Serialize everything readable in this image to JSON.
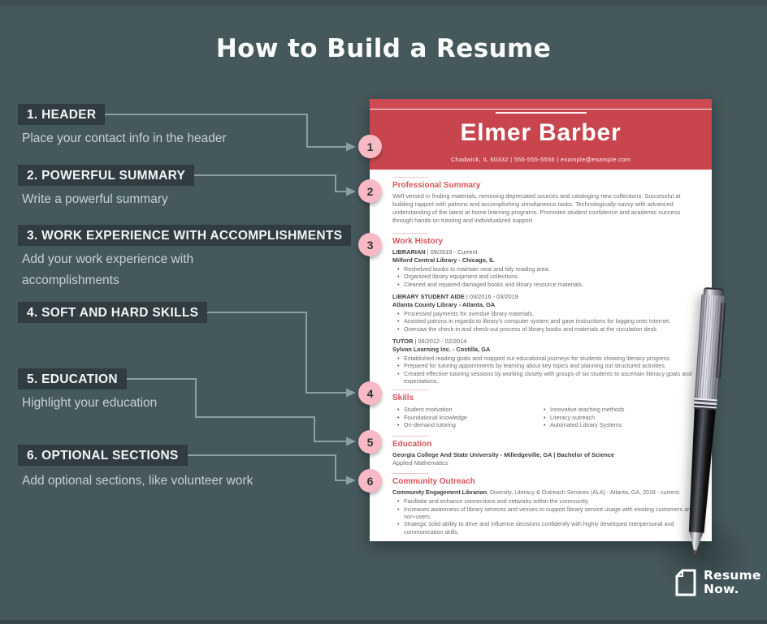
{
  "title": "How to Build a Resume",
  "colors": {
    "background": "#45585b",
    "step_box": "#303c3f",
    "connector": "#8aa0a2",
    "circle_pink": "#f8b9c5",
    "resume_header_red": "#c9454e",
    "section_heading_red": "#d8535b"
  },
  "steps": [
    {
      "num": "1",
      "label": "1. HEADER",
      "desc": "Place your contact info in the header"
    },
    {
      "num": "2",
      "label": "2. POWERFUL SUMMARY",
      "desc": "Write a powerful summary"
    },
    {
      "num": "3",
      "label": "3. WORK EXPERIENCE WITH ACCOMPLISHMENTS",
      "desc": "Add your work experience with accomplishments"
    },
    {
      "num": "4",
      "label": "4. SOFT AND HARD SKILLS",
      "desc": ""
    },
    {
      "num": "5",
      "label": "5. EDUCATION",
      "desc": "Highlight your education"
    },
    {
      "num": "6",
      "label": "6. OPTIONAL SECTIONS",
      "desc": "Add optional sections, like volunteer work"
    }
  ],
  "resume": {
    "name": "Elmer Barber",
    "contact": "Chadwick, IL 60332   |   555-555-5555   |   example@example.com",
    "summary": {
      "heading": "Professional Summary",
      "text": "Well-versed in finding materials, removing deprecated sources and cataloging new collections. Successful at building rapport with patrons and accomplishing simultaneous tasks. Technologically-savvy with advanced understanding of the latest at home learning programs. Promotes student confidence and academic success through hands-on tutoring and individualized support."
    },
    "work": {
      "heading": "Work History",
      "jobs": [
        {
          "title": "LIBRARIAN",
          "dates": " | 09/2019 - Current",
          "company": "Milford Central Library - Chicago, IL",
          "bullets": [
            "Reshelved books to maintain neat and tidy reading area.",
            "Organized library equipment and collections.",
            "Cleaned and repaired damaged books and library resource materials."
          ]
        },
        {
          "title": "LIBRARY STUDENT AIDE",
          "dates": " | 03/2016 - 03/2019",
          "company": "Atlanta County Library - Atlanta, GA",
          "bullets": [
            "Processed payments for overdue library materials.",
            "Assisted patrons in regards to library's computer system and gave instructions for logging onto Internet.",
            "Oversaw the check-in and check-out process of library books and materials at the circulation desk."
          ]
        },
        {
          "title": "TUTOR",
          "dates": " | 06/2012 - 02/2014",
          "company": "Sylvan Learning Inc. - Costilla, GA",
          "bullets": [
            "Established reading goals and mapped out educational journeys for students showing literacy progress.",
            "Prepared for tutoring appointments by learning about key topics and planning out structured activities.",
            "Created effective tutoring sessions by working closely with groups of six students to ascertain literacy goals and expectations."
          ]
        }
      ]
    },
    "skills": {
      "heading": "Skills",
      "col1": [
        "Student motivation",
        "Foundational knowledge",
        "On-demand tutoring"
      ],
      "col2": [
        "Innovative teaching methods",
        "Literacy outreach",
        "Automated Library Systems"
      ]
    },
    "education": {
      "heading": "Education",
      "line1": "Georgia College And State University - Milledgeville, GA | Bachelor of Science",
      "line2": "Applied Mathematics"
    },
    "outreach": {
      "heading": "Community Outreach",
      "lead": "Community Engagement Librarian",
      "rest": ", Diversity, Literacy & Outreach Services (ALA) - Atlanta, GA, 2018 - current:",
      "bullets": [
        "Facilitate and enhance connections and networks within the community.",
        "Increases awareness of library services and venues to support library service usage with existing customers and non-users.",
        "Strategic solid ability to drive and influence decisions confidently with highly developed interpersonal and communication skills."
      ]
    }
  },
  "logo": {
    "line1": "Resume",
    "line2": "Now."
  }
}
